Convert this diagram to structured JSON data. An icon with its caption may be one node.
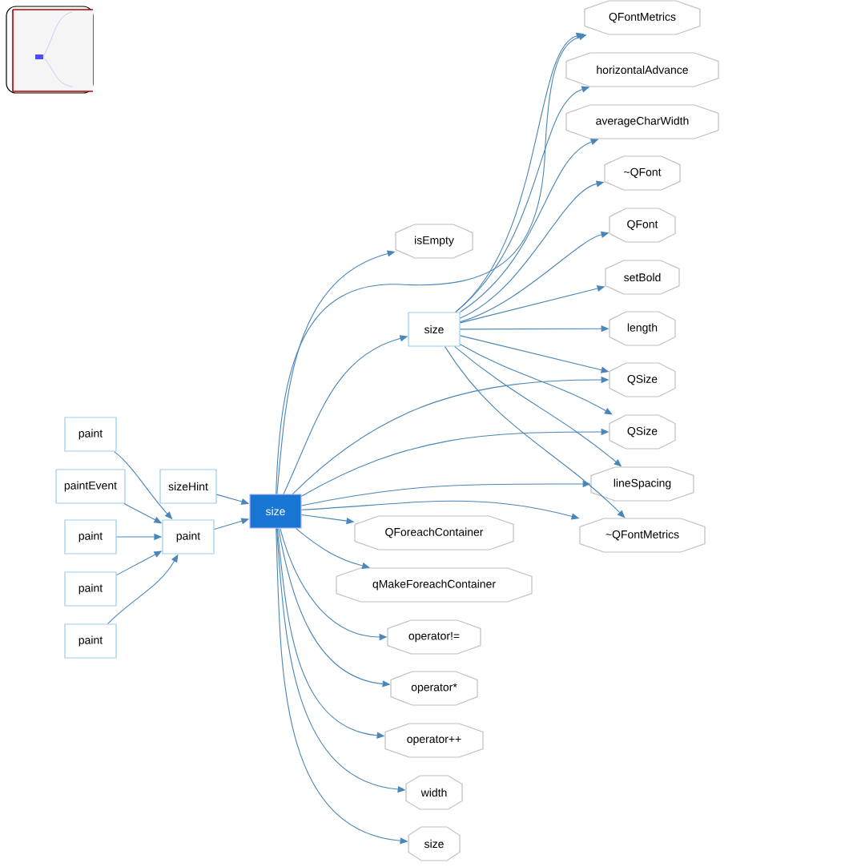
{
  "diagram": {
    "nodes": [
      {
        "text": [
          "paint"
        ]
      },
      {
        "text": [
          "paintEvent"
        ]
      },
      {
        "text": [
          "paint"
        ]
      },
      {
        "text": [
          "paint"
        ]
      },
      {
        "text": [
          "paint"
        ]
      },
      {
        "text": [
          "sizeHint"
        ]
      },
      {
        "text": [
          "paint"
        ]
      },
      {
        "text": [
          "size"
        ]
      },
      {
        "text": [
          "isEmpty"
        ]
      },
      {
        "text": [
          "size"
        ]
      },
      {
        "text": [
          "QFontMetrics"
        ]
      },
      {
        "text": [
          "horizontalAdvance"
        ]
      },
      {
        "text": [
          "averageCharWidth"
        ]
      },
      {
        "text": [
          "~QFont"
        ]
      },
      {
        "text": [
          "QFont"
        ]
      },
      {
        "text": [
          "setBold"
        ]
      },
      {
        "text": [
          "length"
        ]
      },
      {
        "text": [
          "QSize"
        ]
      },
      {
        "text": [
          "QSize"
        ]
      },
      {
        "text": [
          "lineSpacing"
        ]
      },
      {
        "text": [
          "~QFontMetrics"
        ]
      },
      {
        "text": [
          "QForeachContainer"
        ]
      },
      {
        "text": [
          "qMakeForeachContainer"
        ]
      },
      {
        "text": [
          "operator!="
        ]
      },
      {
        "text": [
          "operator*"
        ]
      },
      {
        "text": [
          "operator++"
        ]
      },
      {
        "text": [
          "width"
        ]
      },
      {
        "text": [
          "size"
        ]
      }
    ],
    "edges": [
      {
        "from": 0,
        "to": 6,
        "arrow": "to"
      },
      {
        "from": 1,
        "to": 6,
        "arrow": "to"
      },
      {
        "from": 2,
        "to": 6,
        "arrow": "to"
      },
      {
        "from": 3,
        "to": 6,
        "arrow": "to"
      },
      {
        "from": 4,
        "to": 6,
        "arrow": "to"
      },
      {
        "from": 5,
        "to": 7,
        "arrow": "to"
      },
      {
        "from": 6,
        "to": 7,
        "arrow": "to"
      },
      {
        "from": 7,
        "to": 8,
        "arrow": "to"
      },
      {
        "from": 7,
        "to": 10,
        "arrow": "to"
      },
      {
        "from": 7,
        "to": 9,
        "arrow": "to"
      },
      {
        "from": 7,
        "to": 17,
        "arrow": "to"
      },
      {
        "from": 7,
        "to": 18,
        "arrow": "to"
      },
      {
        "from": 7,
        "to": 19,
        "arrow": "to"
      },
      {
        "from": 7,
        "to": 20,
        "arrow": "to"
      },
      {
        "from": 7,
        "to": 21,
        "arrow": "to"
      },
      {
        "from": 7,
        "to": 22,
        "arrow": "to"
      },
      {
        "from": 7,
        "to": 23,
        "arrow": "to"
      },
      {
        "from": 7,
        "to": 24,
        "arrow": "to"
      },
      {
        "from": 7,
        "to": 25,
        "arrow": "to"
      },
      {
        "from": 7,
        "to": 26,
        "arrow": "to"
      },
      {
        "from": 7,
        "to": 27,
        "arrow": "to"
      },
      {
        "from": 9,
        "to": 10,
        "arrow": "to"
      },
      {
        "from": 9,
        "to": 11,
        "arrow": "to"
      },
      {
        "from": 9,
        "to": 12,
        "arrow": "to"
      },
      {
        "from": 9,
        "to": 13,
        "arrow": "to"
      },
      {
        "from": 9,
        "to": 14,
        "arrow": "to"
      },
      {
        "from": 9,
        "to": 15,
        "arrow": "to"
      },
      {
        "from": 9,
        "to": 16,
        "arrow": "to"
      },
      {
        "from": 9,
        "to": 17,
        "arrow": "to"
      },
      {
        "from": 9,
        "to": 18,
        "arrow": "to"
      },
      {
        "from": 9,
        "to": 19,
        "arrow": "to"
      },
      {
        "from": 9,
        "to": 20,
        "arrow": "to"
      }
    ]
  }
}
